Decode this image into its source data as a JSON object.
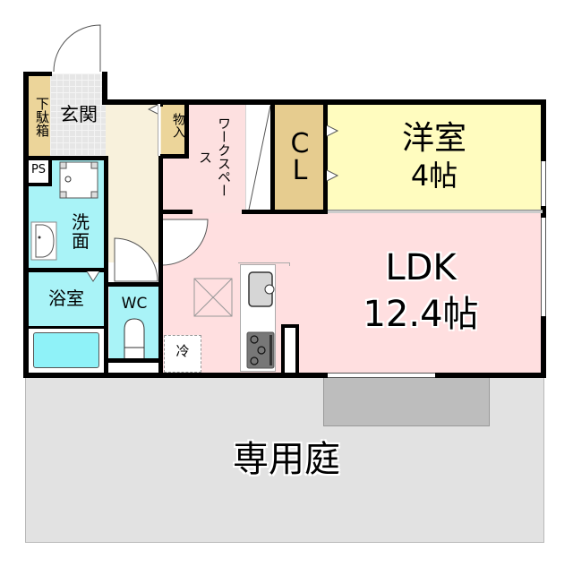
{
  "rooms": {
    "genkan": {
      "label": "玄関",
      "color": "#e6e6e6"
    },
    "getabako": {
      "label": "下駄箱",
      "color": "#ecd59a"
    },
    "ps": {
      "label": "PS"
    },
    "senmen": {
      "label": "洗\n面",
      "color": "#a9f3f7"
    },
    "yokushitsu": {
      "label": "浴室",
      "color": "#a9f3f7"
    },
    "wc": {
      "label": "WC",
      "color": "#a9f3f7"
    },
    "hallway": {
      "color": "#f8f1dc"
    },
    "monoire": {
      "label": "物入",
      "color": "#ecd59a"
    },
    "work_space": {
      "label": "ワークスペース",
      "color": "#fde0e0"
    },
    "closet": {
      "label": "C\nL",
      "color": "#e6cc8f"
    },
    "yoshitsu": {
      "label": "洋室",
      "size": "4帖",
      "color": "#fffcbf"
    },
    "ldk": {
      "label": "LDK",
      "size": "12.4帖",
      "color": "#ffdfe0"
    },
    "refrigerator": {
      "label": "冷"
    },
    "garden": {
      "label": "専用庭",
      "color": "#e2e2e2"
    },
    "balcony_slab": {
      "color": "#bdbdbd"
    }
  }
}
